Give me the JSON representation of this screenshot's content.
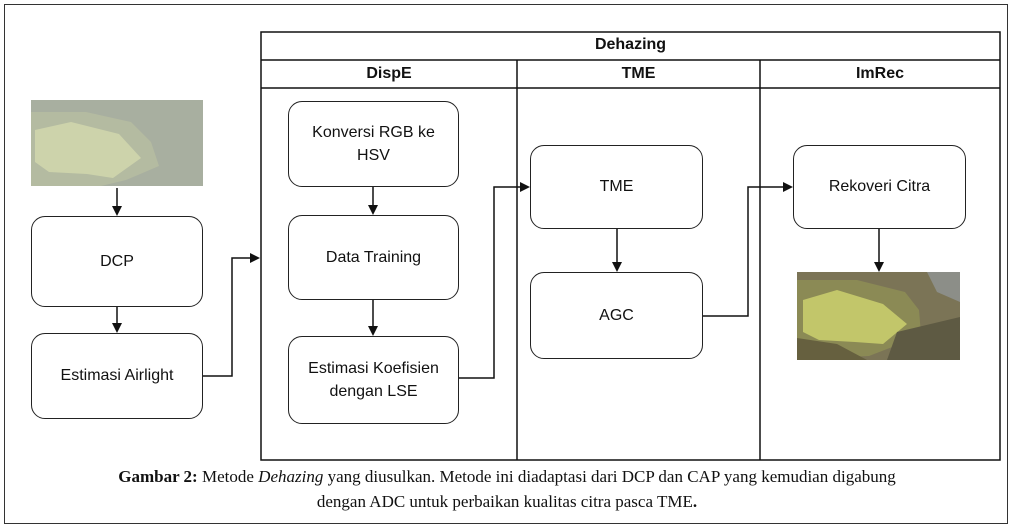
{
  "header": {
    "main": "Dehazing",
    "col1": "DispE",
    "col2": "TME",
    "col3": "ImRec"
  },
  "left": {
    "dcp": "DCP",
    "airlight": "Estimasi Airlight"
  },
  "dispe": {
    "step1": "Konversi RGB ke HSV",
    "step2": "Data Training",
    "step3": "Estimasi Koefisien dengan LSE"
  },
  "tme": {
    "step1": "TME",
    "step2": "AGC"
  },
  "imrec": {
    "step1": "Rekoveri Citra"
  },
  "caption": {
    "label": "Gambar 2:",
    "text_a": " Metode ",
    "italic": "Dehazing",
    "text_b": " yang diusulkan. Metode ini diadaptasi dari DCP dan CAP yang kemudian digabung",
    "line2": "dengan ADC untuk perbaikan kualitas citra pasca TME",
    "period": "."
  }
}
